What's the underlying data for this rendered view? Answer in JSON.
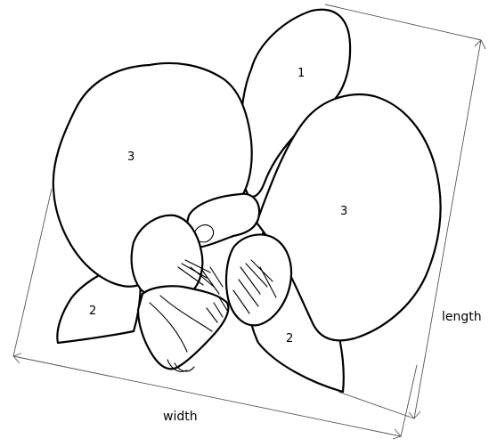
{
  "labels": {
    "dorsal_sepal": "1",
    "lateral_sepal_left": "2",
    "lateral_sepal_right": "2",
    "petal_left": "3",
    "petal_right": "3"
  },
  "dimensions": {
    "width": "width",
    "length": "length"
  }
}
